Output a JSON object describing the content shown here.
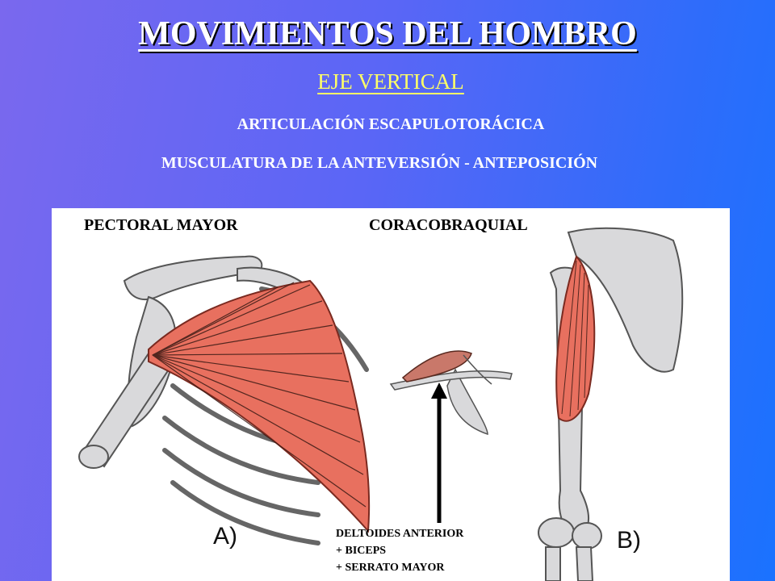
{
  "title": "MOVIMIENTOS DEL HOMBRO",
  "subtitle": "EJE VERTICAL",
  "joint": "ARTICULACIÓN ESCAPULOTORÁCICA",
  "musculature": "MUSCULATURA DE LA ANTEVERSIÓN - ANTEPOSICIÓN",
  "figure": {
    "label_pectoral": "PECTORAL MAYOR",
    "label_coraco": "CORACOBRAQUIAL",
    "label_a": "A)",
    "label_b": "B)",
    "note_lines": [
      "DELTOIDES ANTERIOR",
      "+ BICEPS",
      "+ SERRATO MAYOR"
    ]
  },
  "colors": {
    "muscle": "#e8705f",
    "bone": "#d9d9db",
    "subtitle": "#ffff66"
  }
}
